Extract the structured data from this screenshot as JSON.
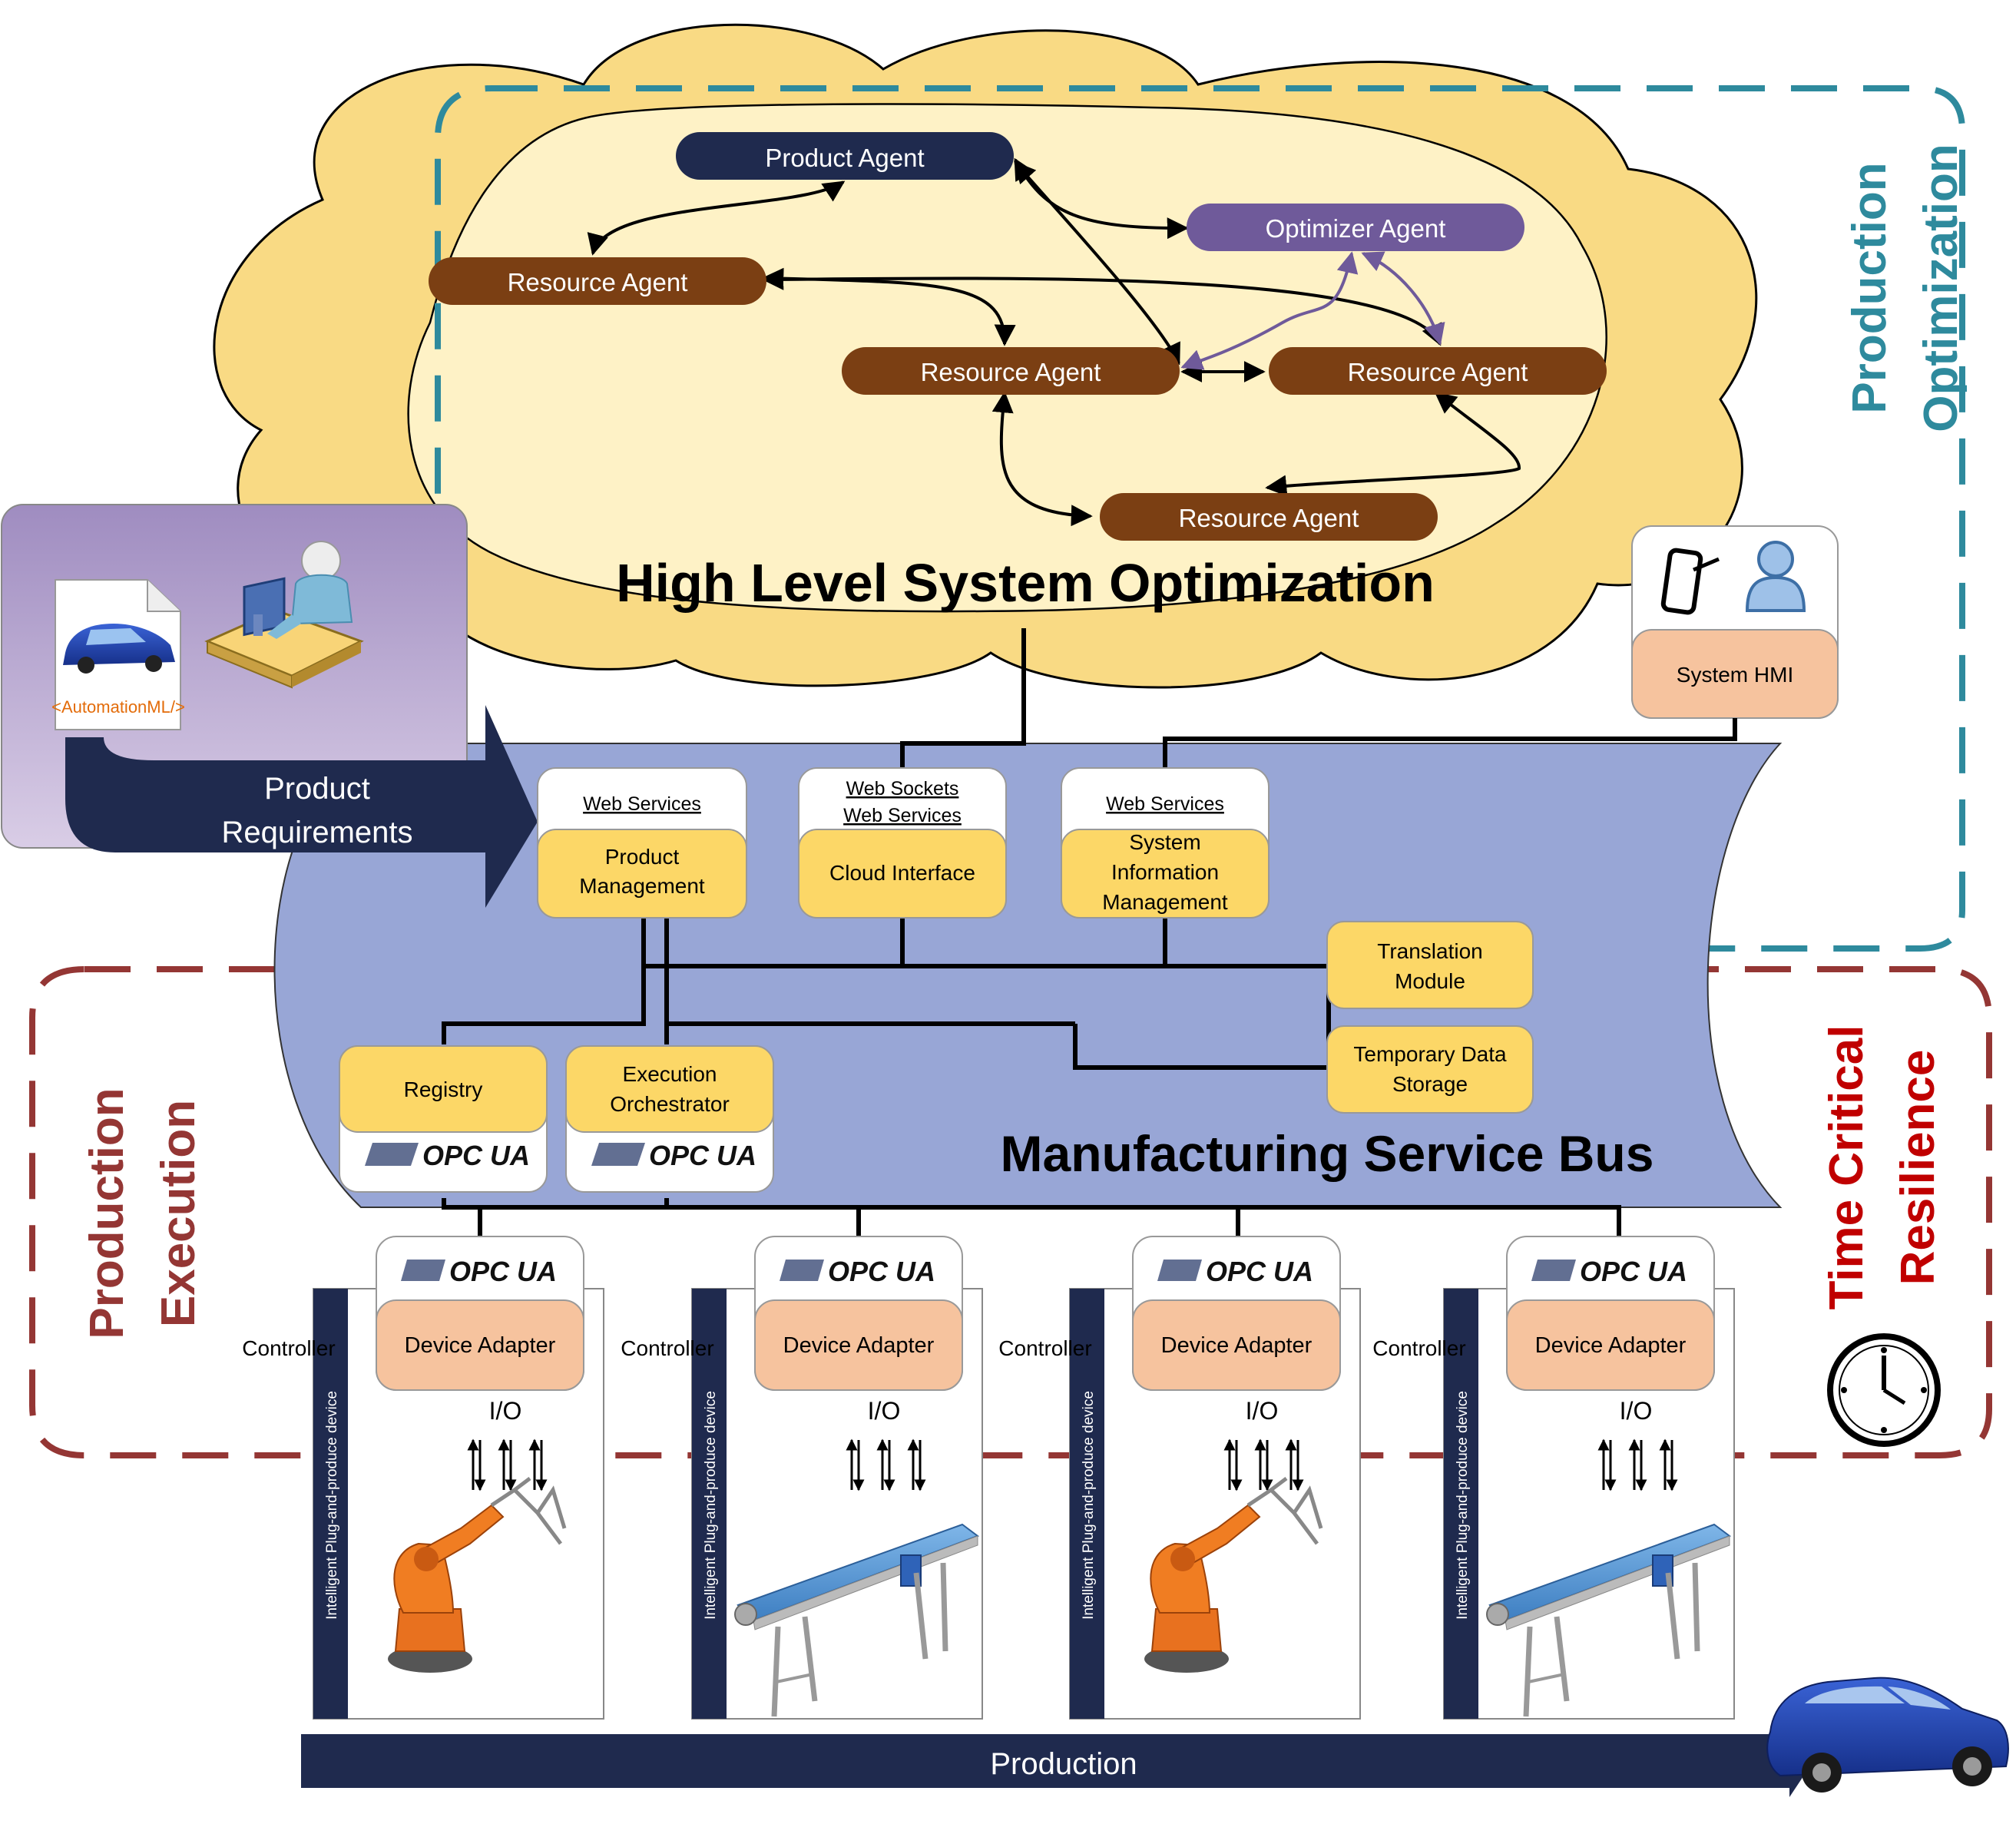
{
  "cloud": {
    "title": "High Level System Optimization",
    "product_agent": "Product Agent",
    "optimizer_agent": "Optimizer Agent",
    "resource_agent": "Resource Agent"
  },
  "zones": {
    "optimization_line1": "Production",
    "optimization_line2": "Optimization",
    "execution_line1": "Production",
    "execution_line2": "Execution",
    "resilience_line1": "Time Critical",
    "resilience_line2": "Resilience"
  },
  "requirements": {
    "file_label": "<AutomationML/>",
    "arrow_line1": "Product",
    "arrow_line2": "Requirements"
  },
  "hmi": {
    "label": "System HMI"
  },
  "bus": {
    "title": "Manufacturing Service Bus",
    "product_mgmt": {
      "header": "Web Services",
      "line1": "Product",
      "line2": "Management"
    },
    "cloud_interface": {
      "header1": "Web Sockets",
      "header2": "Web Services",
      "label": "Cloud Interface"
    },
    "sys_info": {
      "header": "Web Services",
      "line1": "System",
      "line2": "Information",
      "line3": "Management"
    },
    "translation": {
      "line1": "Translation",
      "line2": "Module"
    },
    "temp_storage": {
      "line1": "Temporary Data",
      "line2": "Storage"
    },
    "registry": {
      "label": "Registry",
      "footer": "OPC UA"
    },
    "orchestrator": {
      "line1": "Execution",
      "line2": "Orchestrator",
      "footer": "OPC UA"
    }
  },
  "devices": {
    "opc_label": "OPC UA",
    "adapter_label": "Device Adapter",
    "controller_label": "Controller",
    "io_label": "I/O",
    "side_label": "Intelligent Plug-and-produce device",
    "items": [
      {
        "equipment": "robot-arm"
      },
      {
        "equipment": "conveyor"
      },
      {
        "equipment": "robot-arm"
      },
      {
        "equipment": "conveyor"
      }
    ]
  },
  "production": {
    "label": "Production"
  },
  "colors": {
    "cloud_outer": "#F9DA84",
    "cloud_inner": "#FEF2C6",
    "agent_brown": "#7B3F13",
    "agent_navy": "#1F2A4E",
    "agent_purple": "#6F5A9A",
    "bus_blue": "#98A6D6",
    "service_yellow": "#FCD767",
    "adapter_peach": "#F6C39E",
    "teal_dash": "#2E8A9D",
    "red_dash": "#943634",
    "navy": "#1F2A4E"
  }
}
